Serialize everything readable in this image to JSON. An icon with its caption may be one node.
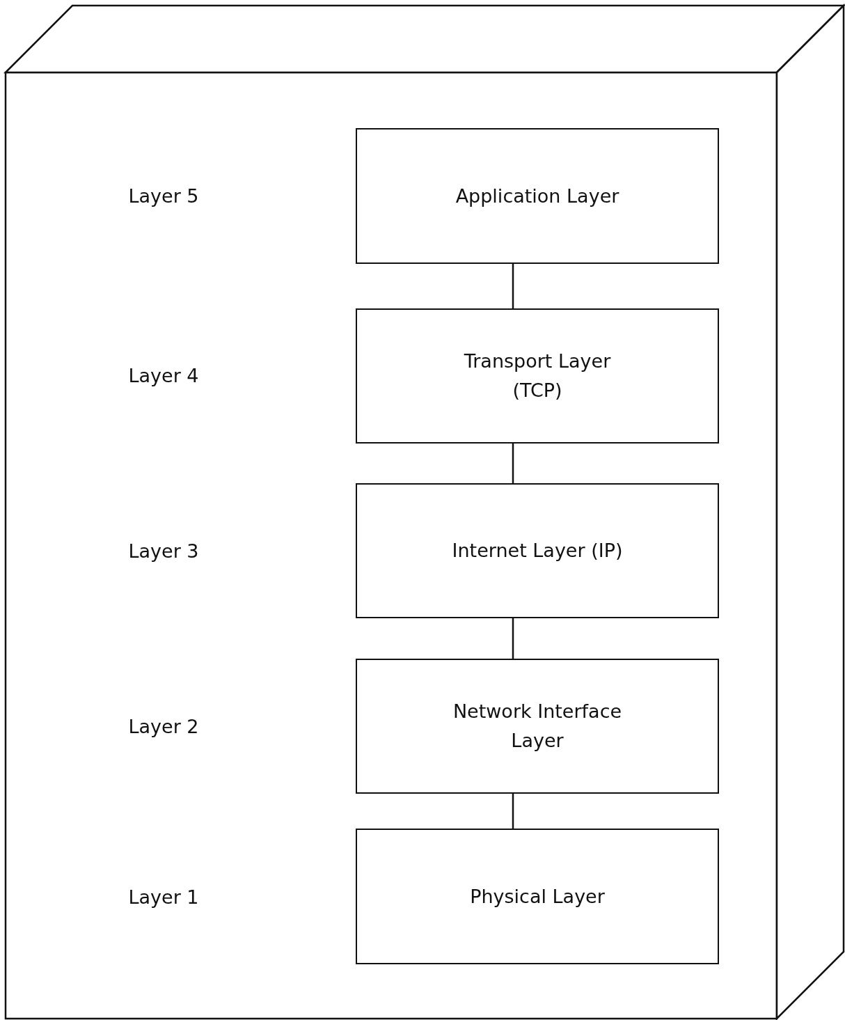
{
  "diagram": {
    "nodes": [
      {
        "text": [],
        "shape": "box"
      },
      {
        "text": [
          "Application Layer"
        ],
        "in": 0
      },
      {
        "text": [
          "Transport Layer (TCP)"
        ],
        "in": 0
      },
      {
        "text": [
          "Internet Layer (IP)"
        ],
        "in": 0
      },
      {
        "text": [
          "Network Interface Layer"
        ],
        "in": 0
      },
      {
        "text": [
          "Physical Layer"
        ],
        "in": 0
      }
    ],
    "labels": [
      "Layer 5",
      "Layer 4",
      "Layer 3",
      "Layer 2",
      "Layer 1"
    ],
    "edges": [
      {
        "from": 1,
        "to": 2,
        "arrow": "none"
      },
      {
        "from": 2,
        "to": 3,
        "arrow": "none"
      },
      {
        "from": 3,
        "to": 4,
        "arrow": "none"
      },
      {
        "from": 4,
        "to": 5,
        "arrow": "none"
      }
    ]
  }
}
